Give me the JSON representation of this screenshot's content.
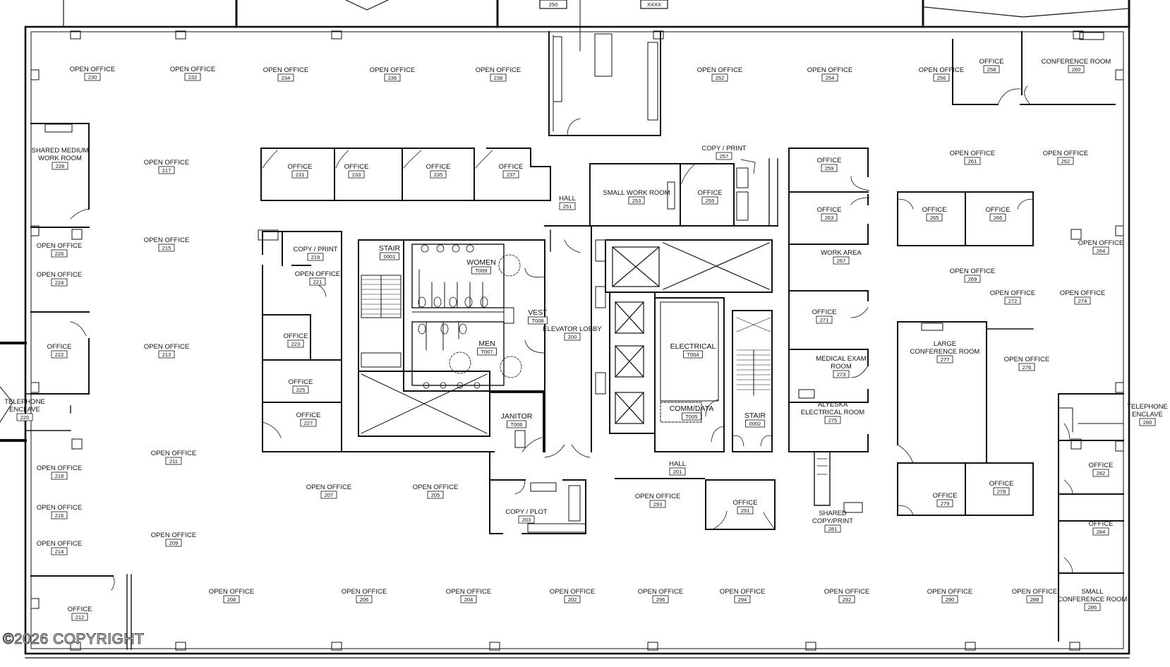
{
  "top_tags": {
    "left": "250",
    "right": "XXXX"
  },
  "rooms": [
    {
      "id": "r230",
      "name": "OPEN OFFICE",
      "num": "230"
    },
    {
      "id": "r232",
      "name": "OPEN OFFICE",
      "num": "232"
    },
    {
      "id": "r234",
      "name": "OPEN OFFICE",
      "num": "234"
    },
    {
      "id": "r236",
      "name": "OPEN OFFICE",
      "num": "236"
    },
    {
      "id": "r238",
      "name": "OPEN OFFICE",
      "num": "238"
    },
    {
      "id": "r252",
      "name": "OPEN OFFICE",
      "num": "252"
    },
    {
      "id": "r254",
      "name": "OPEN OFFICE",
      "num": "254"
    },
    {
      "id": "r256",
      "name": "OPEN OFFICE",
      "num": "256"
    },
    {
      "id": "r258",
      "name": "OFFICE",
      "num": "258"
    },
    {
      "id": "r260",
      "name": "CONFERENCE ROOM",
      "num": "260"
    },
    {
      "id": "r228",
      "name": "SHARED MEDIUM WORK ROOM",
      "num": "228"
    },
    {
      "id": "r217",
      "name": "OPEN OFFICE",
      "num": "217"
    },
    {
      "id": "r231",
      "name": "OFFICE",
      "num": "231"
    },
    {
      "id": "r233",
      "name": "OFFICE",
      "num": "233"
    },
    {
      "id": "r235",
      "name": "OFFICE",
      "num": "235"
    },
    {
      "id": "r237",
      "name": "OFFICE",
      "num": "237"
    },
    {
      "id": "r251",
      "name": "HALL",
      "num": "251"
    },
    {
      "id": "r253",
      "name": "SMALL WORK ROOM",
      "num": "253"
    },
    {
      "id": "r255",
      "name": "OFFICE",
      "num": "255"
    },
    {
      "id": "r257",
      "name": "COPY / PRINT",
      "num": "257"
    },
    {
      "id": "r259",
      "name": "OFFICE",
      "num": "259"
    },
    {
      "id": "r261",
      "name": "OPEN OFFICE",
      "num": "261"
    },
    {
      "id": "r262",
      "name": "OPEN OFFICE",
      "num": "262"
    },
    {
      "id": "r226",
      "name": "OPEN OFFICE",
      "num": "226"
    },
    {
      "id": "r215",
      "name": "OPEN OFFICE",
      "num": "215"
    },
    {
      "id": "r219",
      "name": "COPY / PRINT",
      "num": "219"
    },
    {
      "id": "r0001",
      "name": "STAIR",
      "num": "0001"
    },
    {
      "id": "rT009",
      "name": "WOMEN",
      "num": "T009"
    },
    {
      "id": "r263",
      "name": "OFFICE",
      "num": "263"
    },
    {
      "id": "r265",
      "name": "OFFICE",
      "num": "265"
    },
    {
      "id": "r266",
      "name": "OFFICE",
      "num": "266"
    },
    {
      "id": "r264",
      "name": "OPEN OFFICE",
      "num": "264"
    },
    {
      "id": "r224",
      "name": "OPEN OFFICE",
      "num": "224"
    },
    {
      "id": "r221",
      "name": "OPEN OFFICE",
      "num": "221"
    },
    {
      "id": "r267",
      "name": "WORK AREA",
      "num": "267"
    },
    {
      "id": "r269",
      "name": "OPEN OFFICE",
      "num": "269"
    },
    {
      "id": "r272",
      "name": "OPEN OFFICE",
      "num": "272"
    },
    {
      "id": "r274",
      "name": "OPEN OFFICE",
      "num": "274"
    },
    {
      "id": "rT008",
      "name": "VEST",
      "num": "T008"
    },
    {
      "id": "r200",
      "name": "ELEVATOR LOBBY",
      "num": "200"
    },
    {
      "id": "r271",
      "name": "OFFICE",
      "num": "271"
    },
    {
      "id": "r222",
      "name": "OFFICE",
      "num": "222"
    },
    {
      "id": "r213",
      "name": "OPEN OFFICE",
      "num": "213"
    },
    {
      "id": "r223",
      "name": "OFFICE",
      "num": "223"
    },
    {
      "id": "rT007",
      "name": "MEN",
      "num": "T007"
    },
    {
      "id": "rT004",
      "name": "ELECTRICAL",
      "num": "T004"
    },
    {
      "id": "r277",
      "name": "LARGE CONFERENCE ROOM",
      "num": "277"
    },
    {
      "id": "r276",
      "name": "OPEN OFFICE",
      "num": "276"
    },
    {
      "id": "r273",
      "name": "MEDICAL EXAM ROOM",
      "num": "273"
    },
    {
      "id": "r225",
      "name": "OFFICE",
      "num": "225"
    },
    {
      "id": "r220",
      "name": "TELEPHONE ENCLAVE",
      "num": "220"
    },
    {
      "id": "rT005",
      "name": "COMM/DATA",
      "num": "T005"
    },
    {
      "id": "r275",
      "name": "ALYESKA ELECTRICAL ROOM",
      "num": "275"
    },
    {
      "id": "r280",
      "name": "TELEPHONE ENCLAVE",
      "num": "280"
    },
    {
      "id": "r227",
      "name": "OFFICE",
      "num": "227"
    },
    {
      "id": "rT006",
      "name": "JANITOR",
      "num": "T006"
    },
    {
      "id": "r0002",
      "name": "STAIR",
      "num": "0002"
    },
    {
      "id": "r211",
      "name": "OPEN OFFICE",
      "num": "211"
    },
    {
      "id": "r201",
      "name": "HALL",
      "num": "201"
    },
    {
      "id": "r282",
      "name": "OFFICE",
      "num": "282"
    },
    {
      "id": "r218",
      "name": "OPEN OFFICE",
      "num": "218"
    },
    {
      "id": "r207",
      "name": "OPEN OFFICE",
      "num": "207"
    },
    {
      "id": "r205",
      "name": "OPEN OFFICE",
      "num": "205"
    },
    {
      "id": "r293",
      "name": "OPEN OFFICE",
      "num": "293"
    },
    {
      "id": "r291",
      "name": "OFFICE",
      "num": "291"
    },
    {
      "id": "r278",
      "name": "OFFICE",
      "num": "278"
    },
    {
      "id": "r279",
      "name": "OFFICE",
      "num": "279"
    },
    {
      "id": "r216",
      "name": "OPEN OFFICE",
      "num": "216"
    },
    {
      "id": "r203",
      "name": "COPY / PLOT",
      "num": "203"
    },
    {
      "id": "r281",
      "name": "SHARED COPY/PRINT",
      "num": "281"
    },
    {
      "id": "r284",
      "name": "OFFICE",
      "num": "284"
    },
    {
      "id": "r209",
      "name": "OPEN OFFICE",
      "num": "209"
    },
    {
      "id": "r214",
      "name": "OPEN OFFICE",
      "num": "214"
    },
    {
      "id": "r208",
      "name": "OPEN OFFICE",
      "num": "208"
    },
    {
      "id": "r206",
      "name": "OPEN OFFICE",
      "num": "206"
    },
    {
      "id": "r204",
      "name": "OPEN OFFICE",
      "num": "204"
    },
    {
      "id": "r202",
      "name": "OPEN OFFICE",
      "num": "202"
    },
    {
      "id": "r296",
      "name": "OPEN OFFICE",
      "num": "296"
    },
    {
      "id": "r294",
      "name": "OPEN OFFICE",
      "num": "294"
    },
    {
      "id": "r292",
      "name": "OPEN OFFICE",
      "num": "292"
    },
    {
      "id": "r290",
      "name": "OPEN OFFICE",
      "num": "290"
    },
    {
      "id": "r288",
      "name": "OPEN OFFICE",
      "num": "288"
    },
    {
      "id": "r286",
      "name": "SMALL CONFERENCE ROOM",
      "num": "286"
    },
    {
      "id": "r212",
      "name": "OFFICE",
      "num": "212"
    }
  ],
  "watermark": "©2026 COPYRIGHT"
}
